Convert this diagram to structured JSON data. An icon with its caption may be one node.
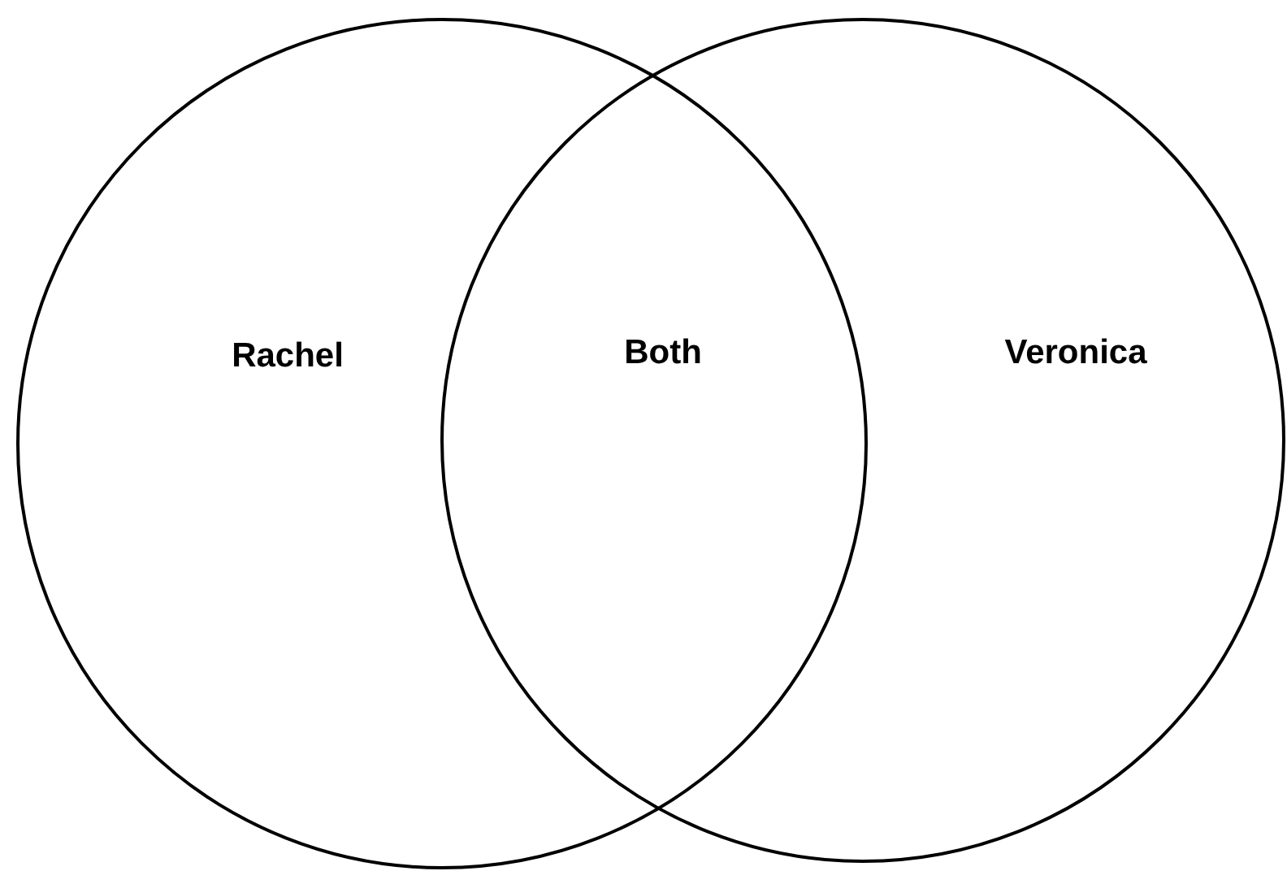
{
  "diagram": {
    "nodes": [
      {
        "text": [
          "Rachel"
        ]
      },
      {
        "text": [
          "Veronica"
        ]
      }
    ],
    "labels": [
      "Both"
    ]
  }
}
